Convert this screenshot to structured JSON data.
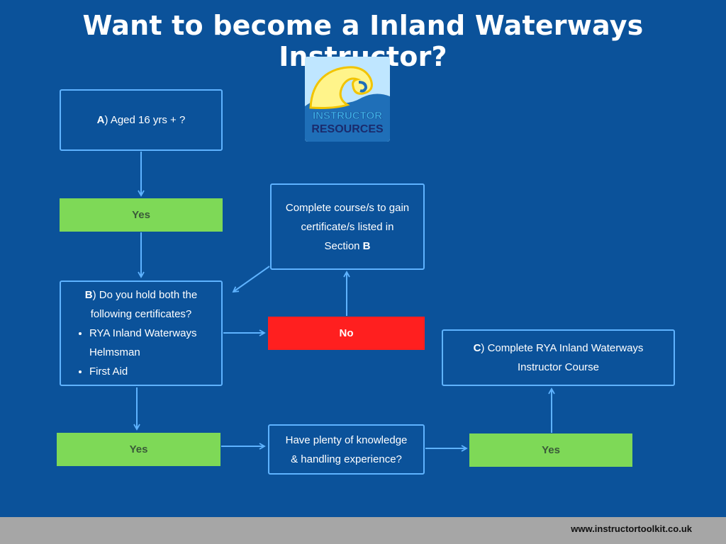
{
  "title": "Want to become a Inland Waterways Instructor?",
  "logo": {
    "line1": "INSTRUCTOR",
    "line2": "RESOURCES"
  },
  "box_a": {
    "letter": "A",
    "text": ") Aged 16 yrs + ?"
  },
  "yes_1": "Yes",
  "box_b": {
    "letter": "B",
    "text_line1": ") Do you hold both the",
    "text_line2": "following certificates?",
    "items": [
      "RYA Inland Waterways Helmsman",
      "First Aid"
    ]
  },
  "no": "No",
  "complete_box": {
    "line1": "Complete course/s to gain",
    "line2": "certificate/s listed in",
    "line3_prefix": "Section ",
    "line3_bold": "B"
  },
  "yes_2": "Yes",
  "knowledge_box": {
    "line1": "Have plenty of knowledge",
    "line2": "& handling experience?"
  },
  "yes_3": "Yes",
  "box_c": {
    "letter": "C",
    "line1": ") Complete RYA Inland Waterways",
    "line2": "Instructor Course"
  },
  "footer": {
    "url": "www.instructortoolkit.co.uk"
  },
  "colors": {
    "background": "#0b529a",
    "border": "#5fb3ff",
    "green": "#7ed957",
    "red": "#ff1f1f",
    "footer": "#a6a6a6"
  }
}
